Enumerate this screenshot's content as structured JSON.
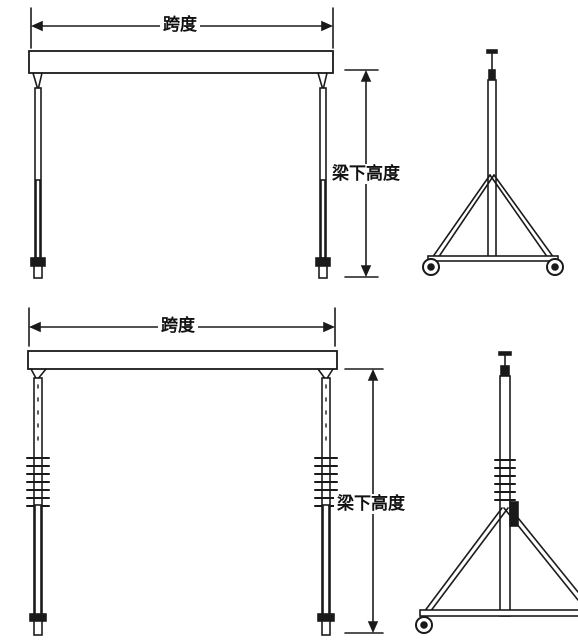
{
  "diagrams": [
    {
      "span_label": "跨度",
      "height_label": "梁下高度"
    },
    {
      "span_label": "跨度",
      "height_label": "梁下高度"
    }
  ],
  "colors": {
    "line": "#1a1a1a",
    "fill": "#ffffff"
  }
}
